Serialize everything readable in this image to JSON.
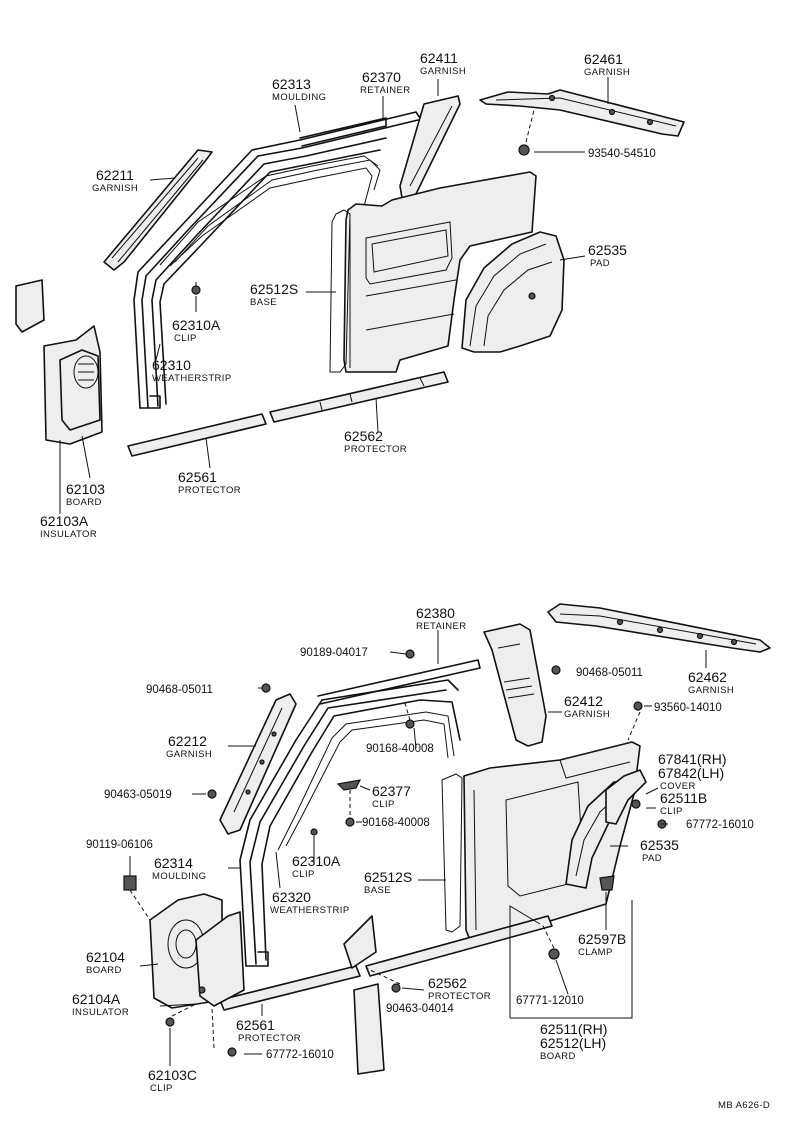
{
  "diagram": {
    "code": "MB  A626-D",
    "top_section": {
      "callouts": [
        {
          "id": "62211",
          "number": "62211",
          "label": "GARNISH"
        },
        {
          "id": "62313",
          "number": "62313",
          "label": "MOULDING"
        },
        {
          "id": "62370",
          "number": "62370",
          "label": "RETAINER"
        },
        {
          "id": "62411",
          "number": "62411",
          "label": "GARNISH"
        },
        {
          "id": "62461",
          "number": "62461",
          "label": "GARNISH"
        },
        {
          "id": "93540",
          "number": "93540-54510",
          "label": ""
        },
        {
          "id": "62535",
          "number": "62535",
          "label": "PAD"
        },
        {
          "id": "62512S",
          "number": "62512S",
          "label": "BASE"
        },
        {
          "id": "62310A",
          "number": "62310A",
          "label": "CLIP"
        },
        {
          "id": "62310",
          "number": "62310",
          "label": "WEATHERSTRIP"
        },
        {
          "id": "62562",
          "number": "62562",
          "label": "PROTECTOR"
        },
        {
          "id": "62561",
          "number": "62561",
          "label": "PROTECTOR"
        },
        {
          "id": "62103",
          "number": "62103",
          "label": "BOARD"
        },
        {
          "id": "62103A",
          "number": "62103A",
          "label": "INSULATOR"
        }
      ]
    },
    "bottom_section": {
      "callouts": [
        {
          "id": "62380",
          "number": "62380",
          "label": "RETAINER"
        },
        {
          "id": "90189",
          "number": "90189-04017",
          "label": ""
        },
        {
          "id": "90468a",
          "number": "90468-05011",
          "label": ""
        },
        {
          "id": "90468b",
          "number": "90468-05011",
          "label": ""
        },
        {
          "id": "62462",
          "number": "62462",
          "label": "GARNISH"
        },
        {
          "id": "62412",
          "number": "62412",
          "label": "GARNISH"
        },
        {
          "id": "93560",
          "number": "93560-14010",
          "label": ""
        },
        {
          "id": "62212",
          "number": "62212",
          "label": "GARNISH"
        },
        {
          "id": "90168a",
          "number": "90168-40008",
          "label": ""
        },
        {
          "id": "67841",
          "number": "67841(RH)",
          "label": ""
        },
        {
          "id": "67842",
          "number": "67842(LH)",
          "label": "COVER"
        },
        {
          "id": "62511B",
          "number": "62511B",
          "label": "CLIP"
        },
        {
          "id": "67772a",
          "number": "67772-16010",
          "label": ""
        },
        {
          "id": "90463a",
          "number": "90463-05019",
          "label": ""
        },
        {
          "id": "62377",
          "number": "62377",
          "label": "CLIP"
        },
        {
          "id": "90168b",
          "number": "90168-40008",
          "label": ""
        },
        {
          "id": "62535b",
          "number": "62535",
          "label": "PAD"
        },
        {
          "id": "90119",
          "number": "90119-06106",
          "label": ""
        },
        {
          "id": "62314",
          "number": "62314",
          "label": "MOULDING"
        },
        {
          "id": "62310Ab",
          "number": "62310A",
          "label": "CLIP"
        },
        {
          "id": "62512Sb",
          "number": "62512S",
          "label": "BASE"
        },
        {
          "id": "62320",
          "number": "62320",
          "label": "WEATHERSTRIP"
        },
        {
          "id": "62597B",
          "number": "62597B",
          "label": "CLAMP"
        },
        {
          "id": "62104",
          "number": "62104",
          "label": "BOARD"
        },
        {
          "id": "62562b",
          "number": "62562",
          "label": "PROTECTOR"
        },
        {
          "id": "62104A",
          "number": "62104A",
          "label": "INSULATOR"
        },
        {
          "id": "67771",
          "number": "67771-12010",
          "label": ""
        },
        {
          "id": "90463b",
          "number": "90463-04014",
          "label": ""
        },
        {
          "id": "62561b",
          "number": "62561",
          "label": "PROTECTOR"
        },
        {
          "id": "62511",
          "number": "62511(RH)",
          "label": ""
        },
        {
          "id": "62512",
          "number": "62512(LH)",
          "label": "BOARD"
        },
        {
          "id": "67772b",
          "number": "67772-16010",
          "label": ""
        },
        {
          "id": "62103C",
          "number": "62103C",
          "label": "CLIP"
        }
      ]
    }
  }
}
